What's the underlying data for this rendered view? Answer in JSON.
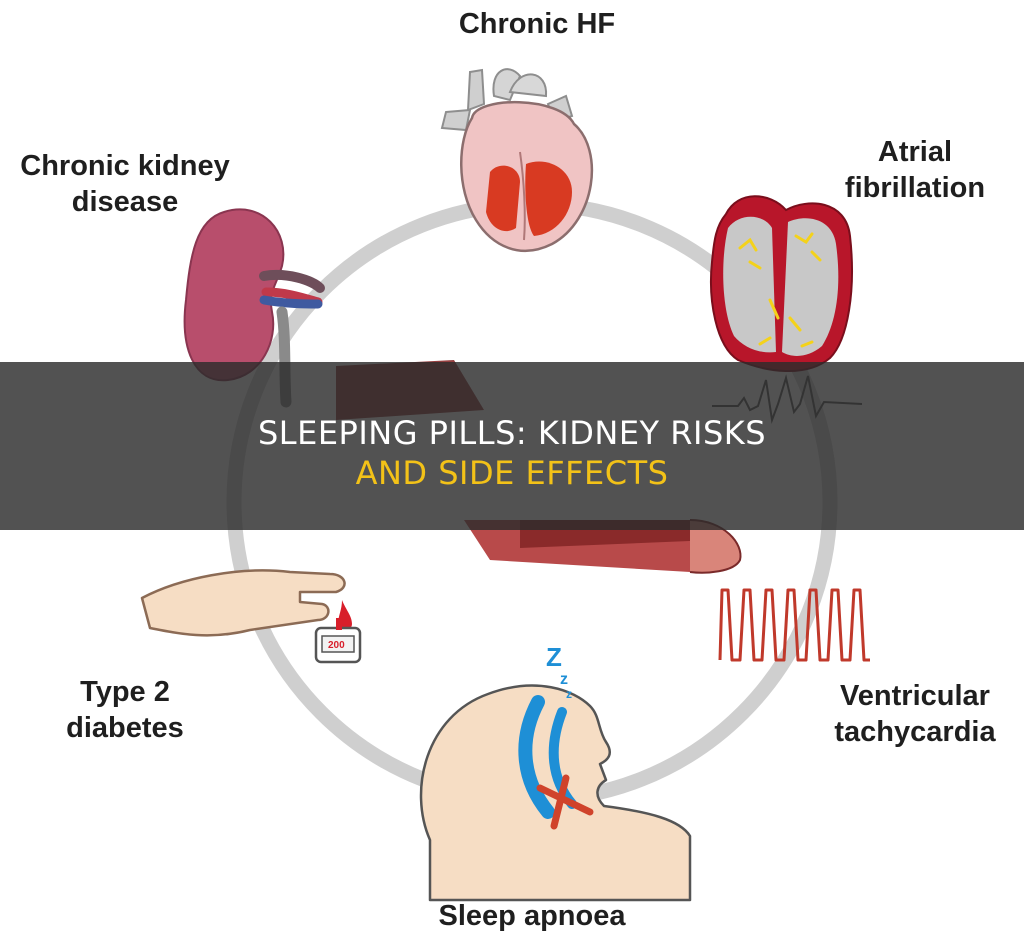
{
  "diagram": {
    "labels": {
      "chronic_hf": "Chronic HF",
      "chronic_kidney_disease": "Chronic kidney\ndisease",
      "atrial_fibrillation": "Atrial\nfibrillation",
      "ventricular_tachycardia": "Ventricular\ntachycardia",
      "type2_diabetes": "Type 2\ndiabetes",
      "sleep_apnoea": "Sleep apnoea"
    },
    "glucose_meter_reading": "200",
    "snore_letters": [
      "Z",
      "z",
      "z"
    ]
  },
  "banner": {
    "line1": "SLEEPING PILLS: KIDNEY RISKS",
    "line2": "AND SIDE EFFECTS"
  },
  "colors": {
    "ring": "#cfcfcf",
    "heart_tissue": "#f0c4c4",
    "heart_muscle": "#d83a22",
    "vessel": "#c9c9c9",
    "kidney": "#b84e6c",
    "artery_red": "#c0394a",
    "vein_blue": "#3f5aa0",
    "af_red": "#b8162a",
    "af_yellow": "#f4d21a",
    "vt_wave": "#c0392b",
    "skin": "#f6ddc4",
    "airway_blue": "#1e8fd6",
    "blood": "#d81e2a",
    "banner_bg": "#2c2c2c",
    "banner_title": "#ffffff",
    "banner_accent": "#f3c218"
  }
}
